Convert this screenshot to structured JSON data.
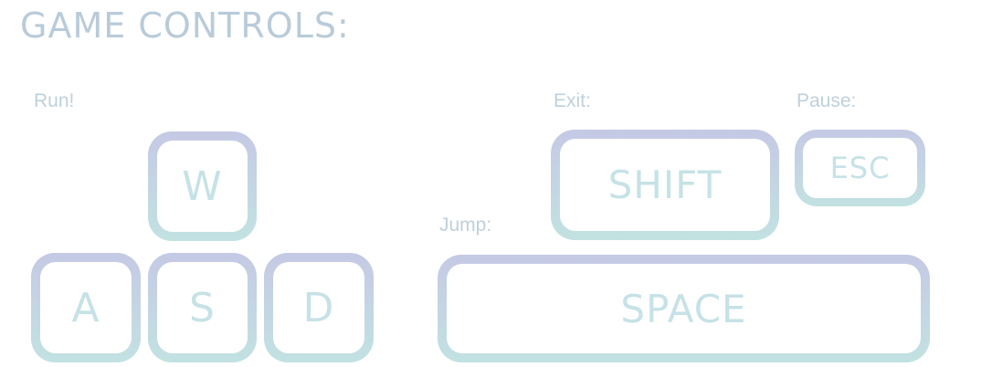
{
  "title": "GAME CONTROLS:",
  "captions": {
    "run": "Run!",
    "exit": "Exit:",
    "pause": "Pause:",
    "jump": "Jump:"
  },
  "keys": {
    "w": "W",
    "a": "A",
    "s": "S",
    "d": "D",
    "shift": "SHIFT",
    "esc": "ESC",
    "space": "SPACE"
  },
  "colors": {
    "key_border_top": "#c5c9e4",
    "key_border_bottom": "#c2e2e2",
    "title_text": "#b9cbd9",
    "key_text": "#c6e2e6"
  }
}
